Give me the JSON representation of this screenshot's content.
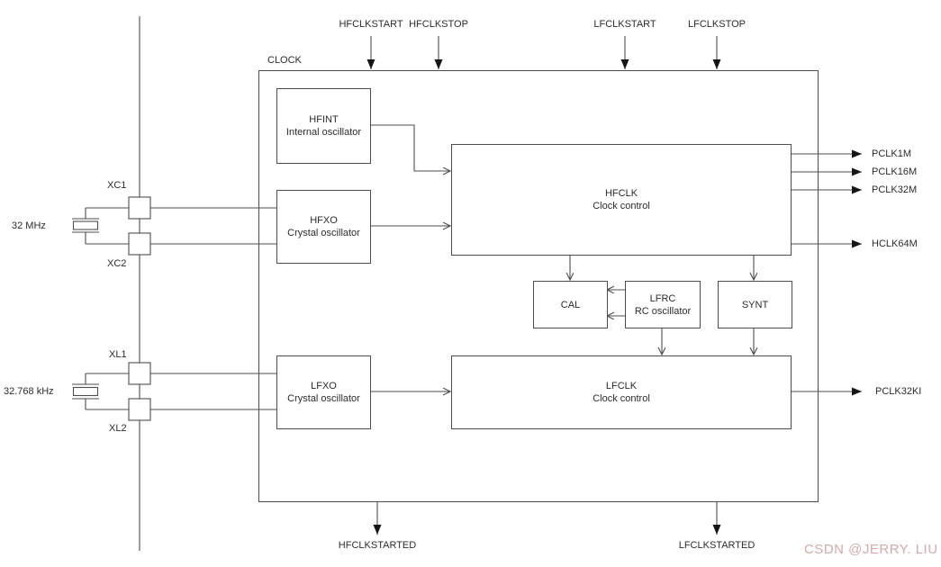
{
  "diagram": {
    "clock_label": "CLOCK",
    "top_signals": [
      {
        "label": "HFCLKSTART"
      },
      {
        "label": "HFCLKSTOP"
      },
      {
        "label": "LFCLKSTART"
      },
      {
        "label": "LFCLKSTOP"
      }
    ],
    "bottom_signals": [
      {
        "label": "HFCLKSTARTED"
      },
      {
        "label": "LFCLKSTARTED"
      }
    ],
    "outputs": [
      {
        "label": "PCLK1M"
      },
      {
        "label": "PCLK16M"
      },
      {
        "label": "PCLK32M"
      },
      {
        "label": "HCLK64M"
      },
      {
        "label": "PCLK32KI"
      }
    ],
    "blocks": {
      "hfint": {
        "name": "HFINT",
        "desc": "Internal oscillator"
      },
      "hfxo": {
        "name": "HFXO",
        "desc": "Crystal oscillator"
      },
      "hfclk": {
        "name": "HFCLK",
        "desc": "Clock control"
      },
      "cal": {
        "name": "CAL"
      },
      "lfrc": {
        "name": "LFRC",
        "desc": "RC oscillator"
      },
      "synt": {
        "name": "SYNT"
      },
      "lfxo": {
        "name": "LFXO",
        "desc": "Crystal oscillator"
      },
      "lfclk": {
        "name": "LFCLK",
        "desc": "Clock control"
      }
    },
    "pins": {
      "xc1": "XC1",
      "xc2": "XC2",
      "xl1": "XL1",
      "xl2": "XL2"
    },
    "crystals": [
      {
        "label": "32 MHz"
      },
      {
        "label": "32.768 kHz"
      }
    ],
    "watermark": "CSDN @JERRY. LIU",
    "colors": {
      "line": "#4d4d4d",
      "text": "#2b2b2b",
      "watermark": "#cfabab"
    }
  }
}
